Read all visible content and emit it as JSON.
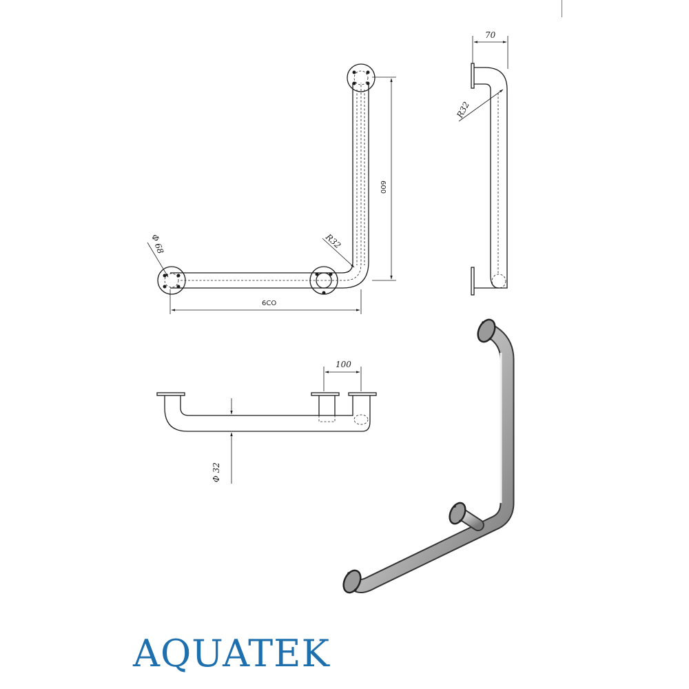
{
  "drawing": {
    "front_view": {
      "width_label": "6CO",
      "height_label": "600",
      "flange_diameter_label": "Φ 68",
      "bend_radius_label": "R32"
    },
    "side_view": {
      "depth_label": "70",
      "bend_radius_label": "R32"
    },
    "top_view": {
      "offset_label": "100",
      "tube_diameter_label": "Φ 32"
    }
  },
  "brand": {
    "name": "AQUATEK",
    "color": "#1e6fae"
  }
}
